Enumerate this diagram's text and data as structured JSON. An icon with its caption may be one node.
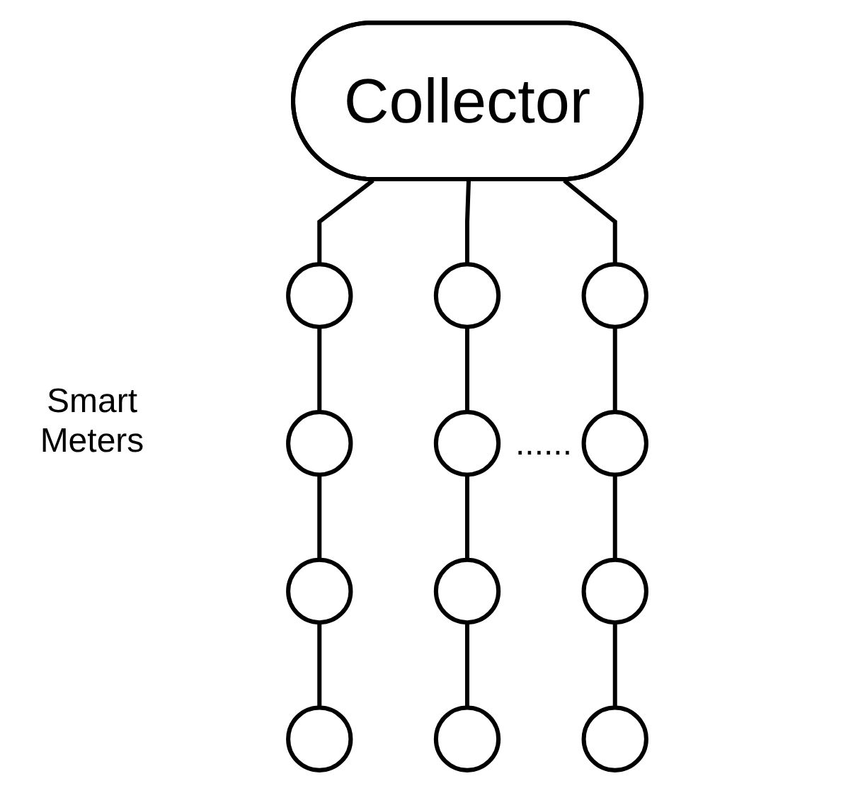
{
  "diagram": {
    "nodes": [
      {
        "text": [
          "Collector"
        ]
      },
      {
        "text": [],
        "shape": "circle"
      },
      {
        "text": [],
        "shape": "circle"
      },
      {
        "text": [],
        "shape": "circle"
      },
      {
        "text": [],
        "shape": "circle"
      },
      {
        "text": [],
        "shape": "circle"
      },
      {
        "text": [],
        "shape": "circle"
      },
      {
        "text": [],
        "shape": "circle"
      },
      {
        "text": [],
        "shape": "circle"
      },
      {
        "text": [],
        "shape": "circle"
      },
      {
        "text": [],
        "shape": "circle"
      },
      {
        "text": [],
        "shape": "circle"
      },
      {
        "text": [],
        "shape": "circle"
      }
    ],
    "edges": [
      {
        "from": 0,
        "to": 1,
        "arrow": "none"
      },
      {
        "from": 0,
        "to": 5,
        "arrow": "none"
      },
      {
        "from": 0,
        "to": 9,
        "arrow": "none"
      },
      {
        "from": 1,
        "to": 2,
        "arrow": "none"
      },
      {
        "from": 2,
        "to": 3,
        "arrow": "none"
      },
      {
        "from": 3,
        "to": 4,
        "arrow": "none"
      },
      {
        "from": 5,
        "to": 6,
        "arrow": "none"
      },
      {
        "from": 6,
        "to": 7,
        "arrow": "none"
      },
      {
        "from": 7,
        "to": 8,
        "arrow": "none"
      },
      {
        "from": 9,
        "to": 10,
        "arrow": "none"
      },
      {
        "from": 10,
        "to": 11,
        "arrow": "none"
      },
      {
        "from": 11,
        "to": 12,
        "arrow": "none"
      }
    ],
    "labels": [
      "Smart Meters",
      "......"
    ]
  }
}
